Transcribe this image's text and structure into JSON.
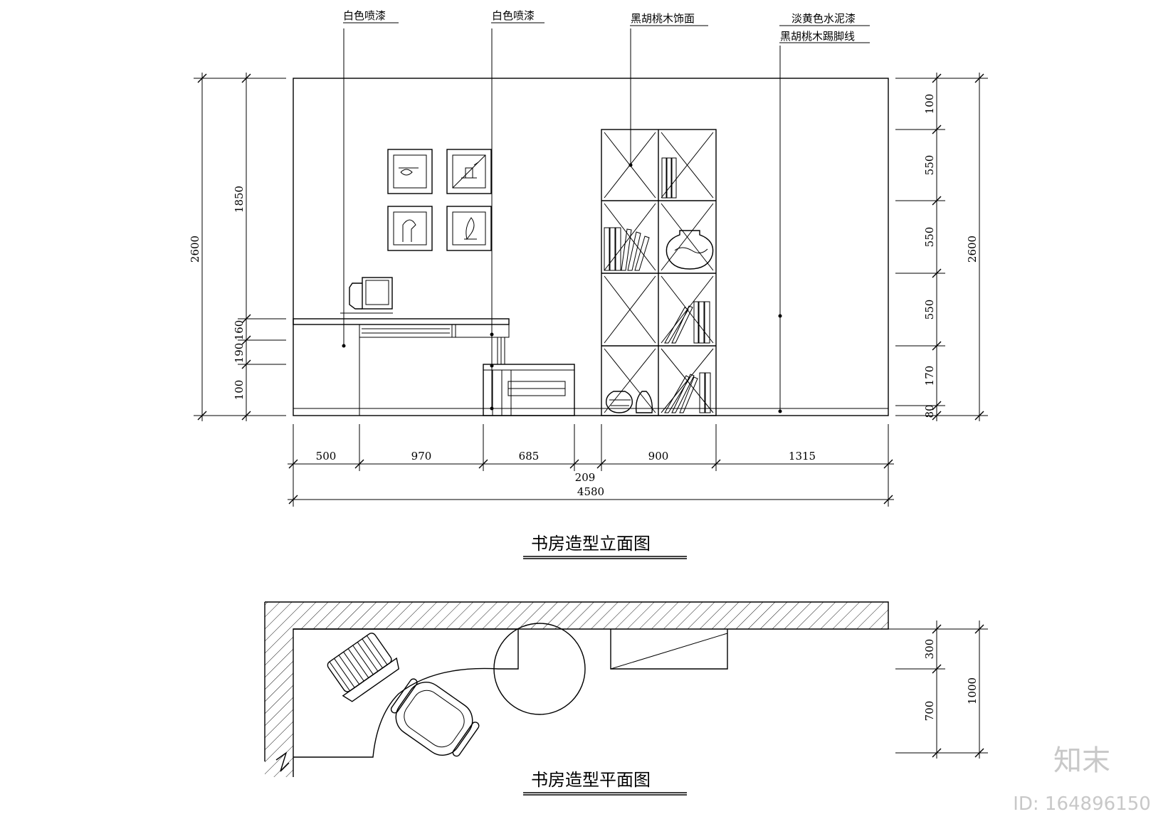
{
  "callouts": {
    "c1": "白色喷漆",
    "c2": "白色喷漆",
    "c3": "黑胡桃木饰面",
    "c4a": "淡黄色水泥漆",
    "c4b": "黑胡桃木踢脚线"
  },
  "dims": {
    "left_outer": "2600",
    "left_inner_top": "1850",
    "left_160": "160",
    "left_190": "190",
    "left_100": "100",
    "right_100": "100",
    "right_550a": "550",
    "right_550b": "550",
    "right_550c": "550",
    "right_170": "170",
    "right_80": "80",
    "right_outer": "2600",
    "bot_500": "500",
    "bot_970": "970",
    "bot_685": "685",
    "bot_209": "209",
    "bot_900": "900",
    "bot_1315": "1315",
    "bot_total": "4580",
    "plan_300": "300",
    "plan_700": "700",
    "plan_1000": "1000"
  },
  "titles": {
    "elevation": "书房造型立面图",
    "plan": "书房造型平面图"
  },
  "watermark": {
    "logo": "知末",
    "id": "ID: 164896150"
  }
}
